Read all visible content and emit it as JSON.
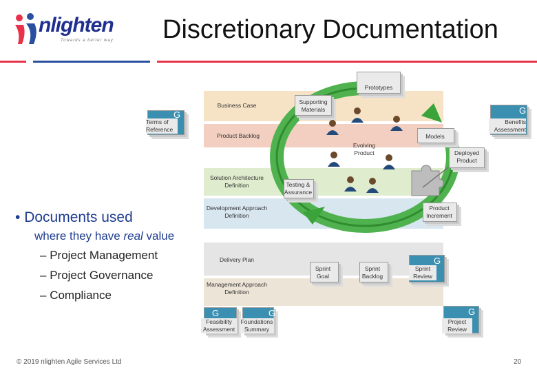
{
  "header": {
    "logo_text": "nlighten",
    "logo_tagline": "Towards a better way",
    "title": "Discretionary Documentation"
  },
  "colors": {
    "accent_red": "#e8324a",
    "accent_blue": "#2a4fa0",
    "arrow_green": "#3aa33a",
    "governance_teal": "#3b8fb0"
  },
  "left_text": {
    "bullet": "Documents used",
    "subline_prefix": "where they have ",
    "subline_emphasis": "real",
    "subline_suffix": " value",
    "items": [
      "Project Management",
      "Project Governance",
      "Compliance"
    ]
  },
  "diagram": {
    "prototypes": "Prototypes",
    "supporting_materials": "Supporting\nMaterials",
    "business_case": "Business Case",
    "terms_of_reference": "Terms of\nReference",
    "product_backlog": "Product Backlog",
    "benefits_assessment": "Benefits\nAssessment",
    "models": "Models",
    "evolving_product": "Evolving\nProduct",
    "deployed_product": "Deployed\nProduct",
    "solution_architecture": "Solution Architecture\nDefinition",
    "testing_assurance": "Testing &\nAssurance",
    "development_approach": "Development Approach\nDefinition",
    "product_increment": "Product\nIncrement",
    "delivery_plan": "Delivery Plan",
    "sprint_goal": "Sprint\nGoal",
    "sprint_backlog": "Sprint\nBacklog",
    "sprint_review": "Sprint\nReview",
    "management_approach": "Management Approach\nDefinition",
    "feasibility_assessment": "Feasibility\nAssessment",
    "foundations_summary": "Foundations\nSummary",
    "project_review": "Project\nReview",
    "gate_letter": "G"
  },
  "footer": {
    "copyright": "© 2019 nlighten Agile Services Ltd",
    "page_number": "20"
  }
}
